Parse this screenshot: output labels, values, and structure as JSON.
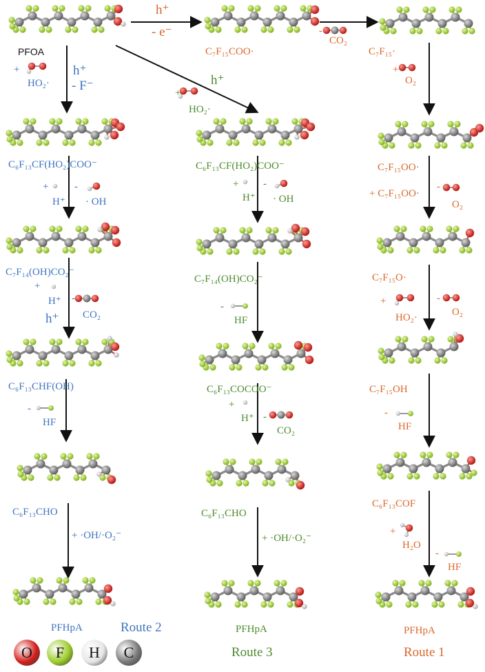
{
  "colors": {
    "route1": "#d8672a",
    "route2": "#3f74be",
    "route3": "#4d8a2c",
    "carbon": "#8a8a8a",
    "fluorine": "#9ccc2a",
    "oxygen": "#d2201c",
    "hydrogen": "#e6e6e6",
    "arrow": "#111111"
  },
  "top": {
    "pfoa": "PFOA",
    "h_plus": "h⁺",
    "minus_e": "- e⁻",
    "c7f15coo_radical": "C₇F₁₅COO·",
    "minus_sign_co2": "-",
    "co2": "CO₂",
    "c7f15_radical": "C₇F₁₅·"
  },
  "route2": {
    "plus1": "+",
    "ho2_radical": "HO₂·",
    "h_plus": "h⁺",
    "minus_f": "- F⁻",
    "int1": "C₆F₁₃CF(HO₂)COO⁻",
    "plus2": "+",
    "h_plus_ion": "H⁺",
    "minus2": "-",
    "oh_radical": "· OH",
    "int2": "C₇F₁₄(OH)CO₂⁻",
    "plus3": "+",
    "h_plus_ion2": "H⁺",
    "minus3": "-",
    "co2": "CO₂",
    "h_plus_hole": "h⁺",
    "int3": "C₆F₁₃CHF(OH)",
    "minus4": "-",
    "hf": "HF",
    "int4": "C₆F₁₃CHO",
    "reagent": "+ ·OH/·O₂⁻",
    "product": "PFHpA",
    "route_label": "Route 2"
  },
  "route3": {
    "plus1": "+",
    "ho2_radical": "HO₂·",
    "h_plus": "h⁺",
    "int1": "C₆F₁₃CF(HO₂)COO⁻",
    "plus2": "+",
    "h_plus_ion": "H⁺",
    "minus2": "-",
    "oh_radical": "· OH",
    "int2": "C₇F₁₄(OH)CO₂⁻",
    "minus3": "-",
    "hf": "HF",
    "int3": "C₆F₁₃COCOO⁻",
    "plus4": "+",
    "h_plus_ion2": "H⁺",
    "minus4": "-",
    "co2": "CO₂",
    "int4": "C₆F₁₃CHO",
    "reagent": "+ ·OH/·O₂⁻",
    "product": "PFHpA",
    "route_label": "Route 3"
  },
  "route1": {
    "plus1": "+",
    "o2": "O₂",
    "int1": "C₇F₁₅OO·",
    "reagent2": "+ C₇F₁₅OO·",
    "minus2": "-",
    "o2_b": "O₂",
    "int2": "C₇F₁₅O·",
    "plus3": "+",
    "ho2_radical": "HO₂·",
    "minus3": "-",
    "o2_c": "O₂",
    "int3": "C₇F₁₅OH",
    "minus4": "-",
    "hf": "HF",
    "int4": "C₆F₁₃COF",
    "plus5": "+",
    "h2o": "H₂O",
    "minus5": "-",
    "hf_b": "HF",
    "product": "PFHpA",
    "route_label": "Route 1"
  },
  "legend": [
    {
      "symbol": "O",
      "color": "#d2201c"
    },
    {
      "symbol": "F",
      "color": "#9ccc2a"
    },
    {
      "symbol": "H",
      "color": "#e6e6e6"
    },
    {
      "symbol": "C",
      "color": "#7a7a7a"
    }
  ]
}
